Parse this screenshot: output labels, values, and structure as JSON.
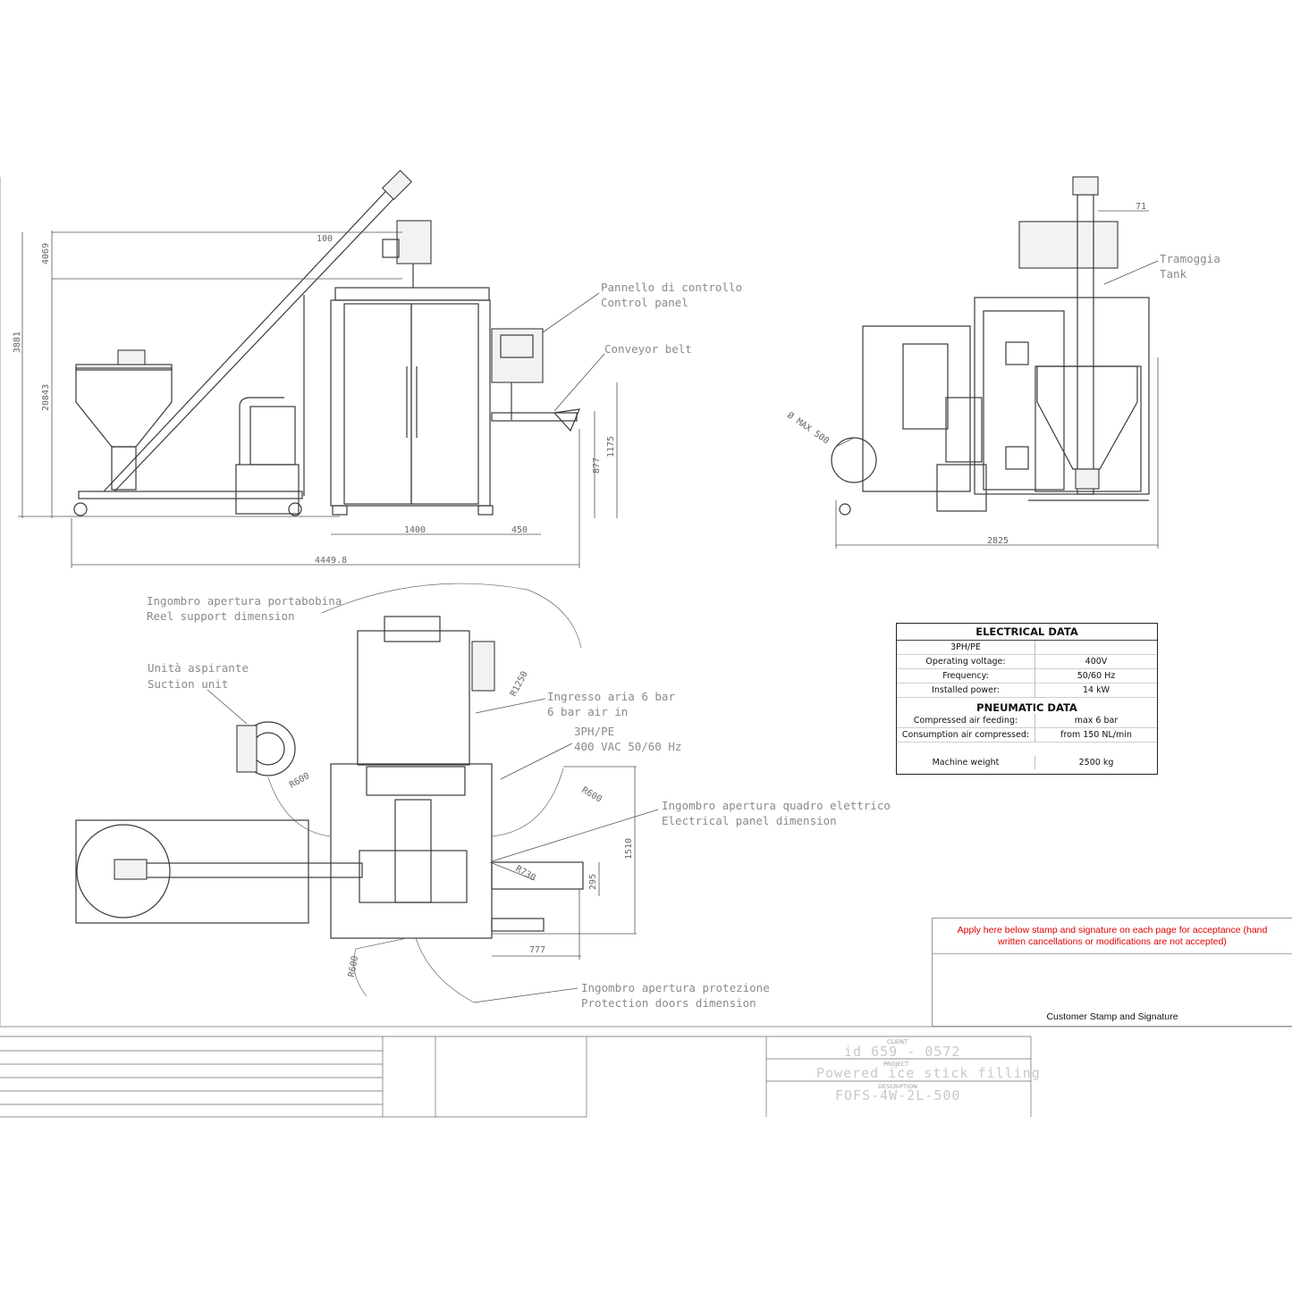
{
  "notes": {
    "control_panel": [
      "Pannello di controllo",
      "Control panel"
    ],
    "conveyor_belt": "Conveyor belt",
    "tank": [
      "Tramoggia",
      "Tank"
    ],
    "reel_support": [
      "Ingombro apertura portabobina",
      "Reel support dimension"
    ],
    "suction_unit": [
      "Unità aspirante",
      "Suction unit"
    ],
    "air_inlet": [
      "Ingresso aria 6 bar",
      "6 bar air in"
    ],
    "power_supply": [
      "3PH/PE",
      "400 VAC 50/60 Hz"
    ],
    "electrical_panel": [
      "Ingombro apertura quadro elettrico",
      "Electrical panel dimension"
    ],
    "protection_doors": [
      "Ingombro apertura protezione",
      "Protection doors dimension"
    ]
  },
  "dimensions": {
    "d100": "100",
    "d4069": "4069",
    "d3881": "3881",
    "d20843": "20843",
    "d1175": "1175",
    "d877": "877",
    "d1400": "1400",
    "d450": "450",
    "d4449": "4449.8",
    "d71": "71",
    "dmax500": "Ø MAX 500",
    "d2825": "2825",
    "r1250": "R1250",
    "r600a": "R600",
    "r600b": "R600",
    "d1510": "1510",
    "r730": "R730",
    "d295": "295",
    "d777": "777",
    "r600c": "R600"
  },
  "electrical_data": {
    "title": "ELECTRICAL DATA",
    "supply": "3PH/PE",
    "rows": [
      {
        "label": "Operating voltage:",
        "value": "400V"
      },
      {
        "label": "Frequency:",
        "value": "50/60 Hz"
      },
      {
        "label": "Installed power:",
        "value": "14 kW"
      }
    ]
  },
  "pneumatic_data": {
    "title": "PNEUMATIC DATA",
    "rows": [
      {
        "label": "Compressed air feeding:",
        "value": "max 6 bar"
      },
      {
        "label": "Consumption air compressed:",
        "value": "from 150 NL/min"
      }
    ],
    "weight": {
      "label": "Machine weight",
      "value": "2500 kg"
    }
  },
  "acceptance": {
    "message": "Apply here below stamp and signature on each page  for acceptance (hand written cancellations or modifications are not accepted)",
    "signature_label": "Customer Stamp and Signature"
  },
  "title_block": {
    "client_label": "CLIENT",
    "client_value": "id 659 - 0572",
    "project_label": "PROJECT",
    "project_value": "Powered ice stick filling",
    "description_label": "DESCRIPTION",
    "description_value": "FOFS-4W-2L-500"
  },
  "colors": {
    "line": "#3a3a3a",
    "note_text": "#8a8a8a",
    "acceptance_text": "#e00000"
  }
}
